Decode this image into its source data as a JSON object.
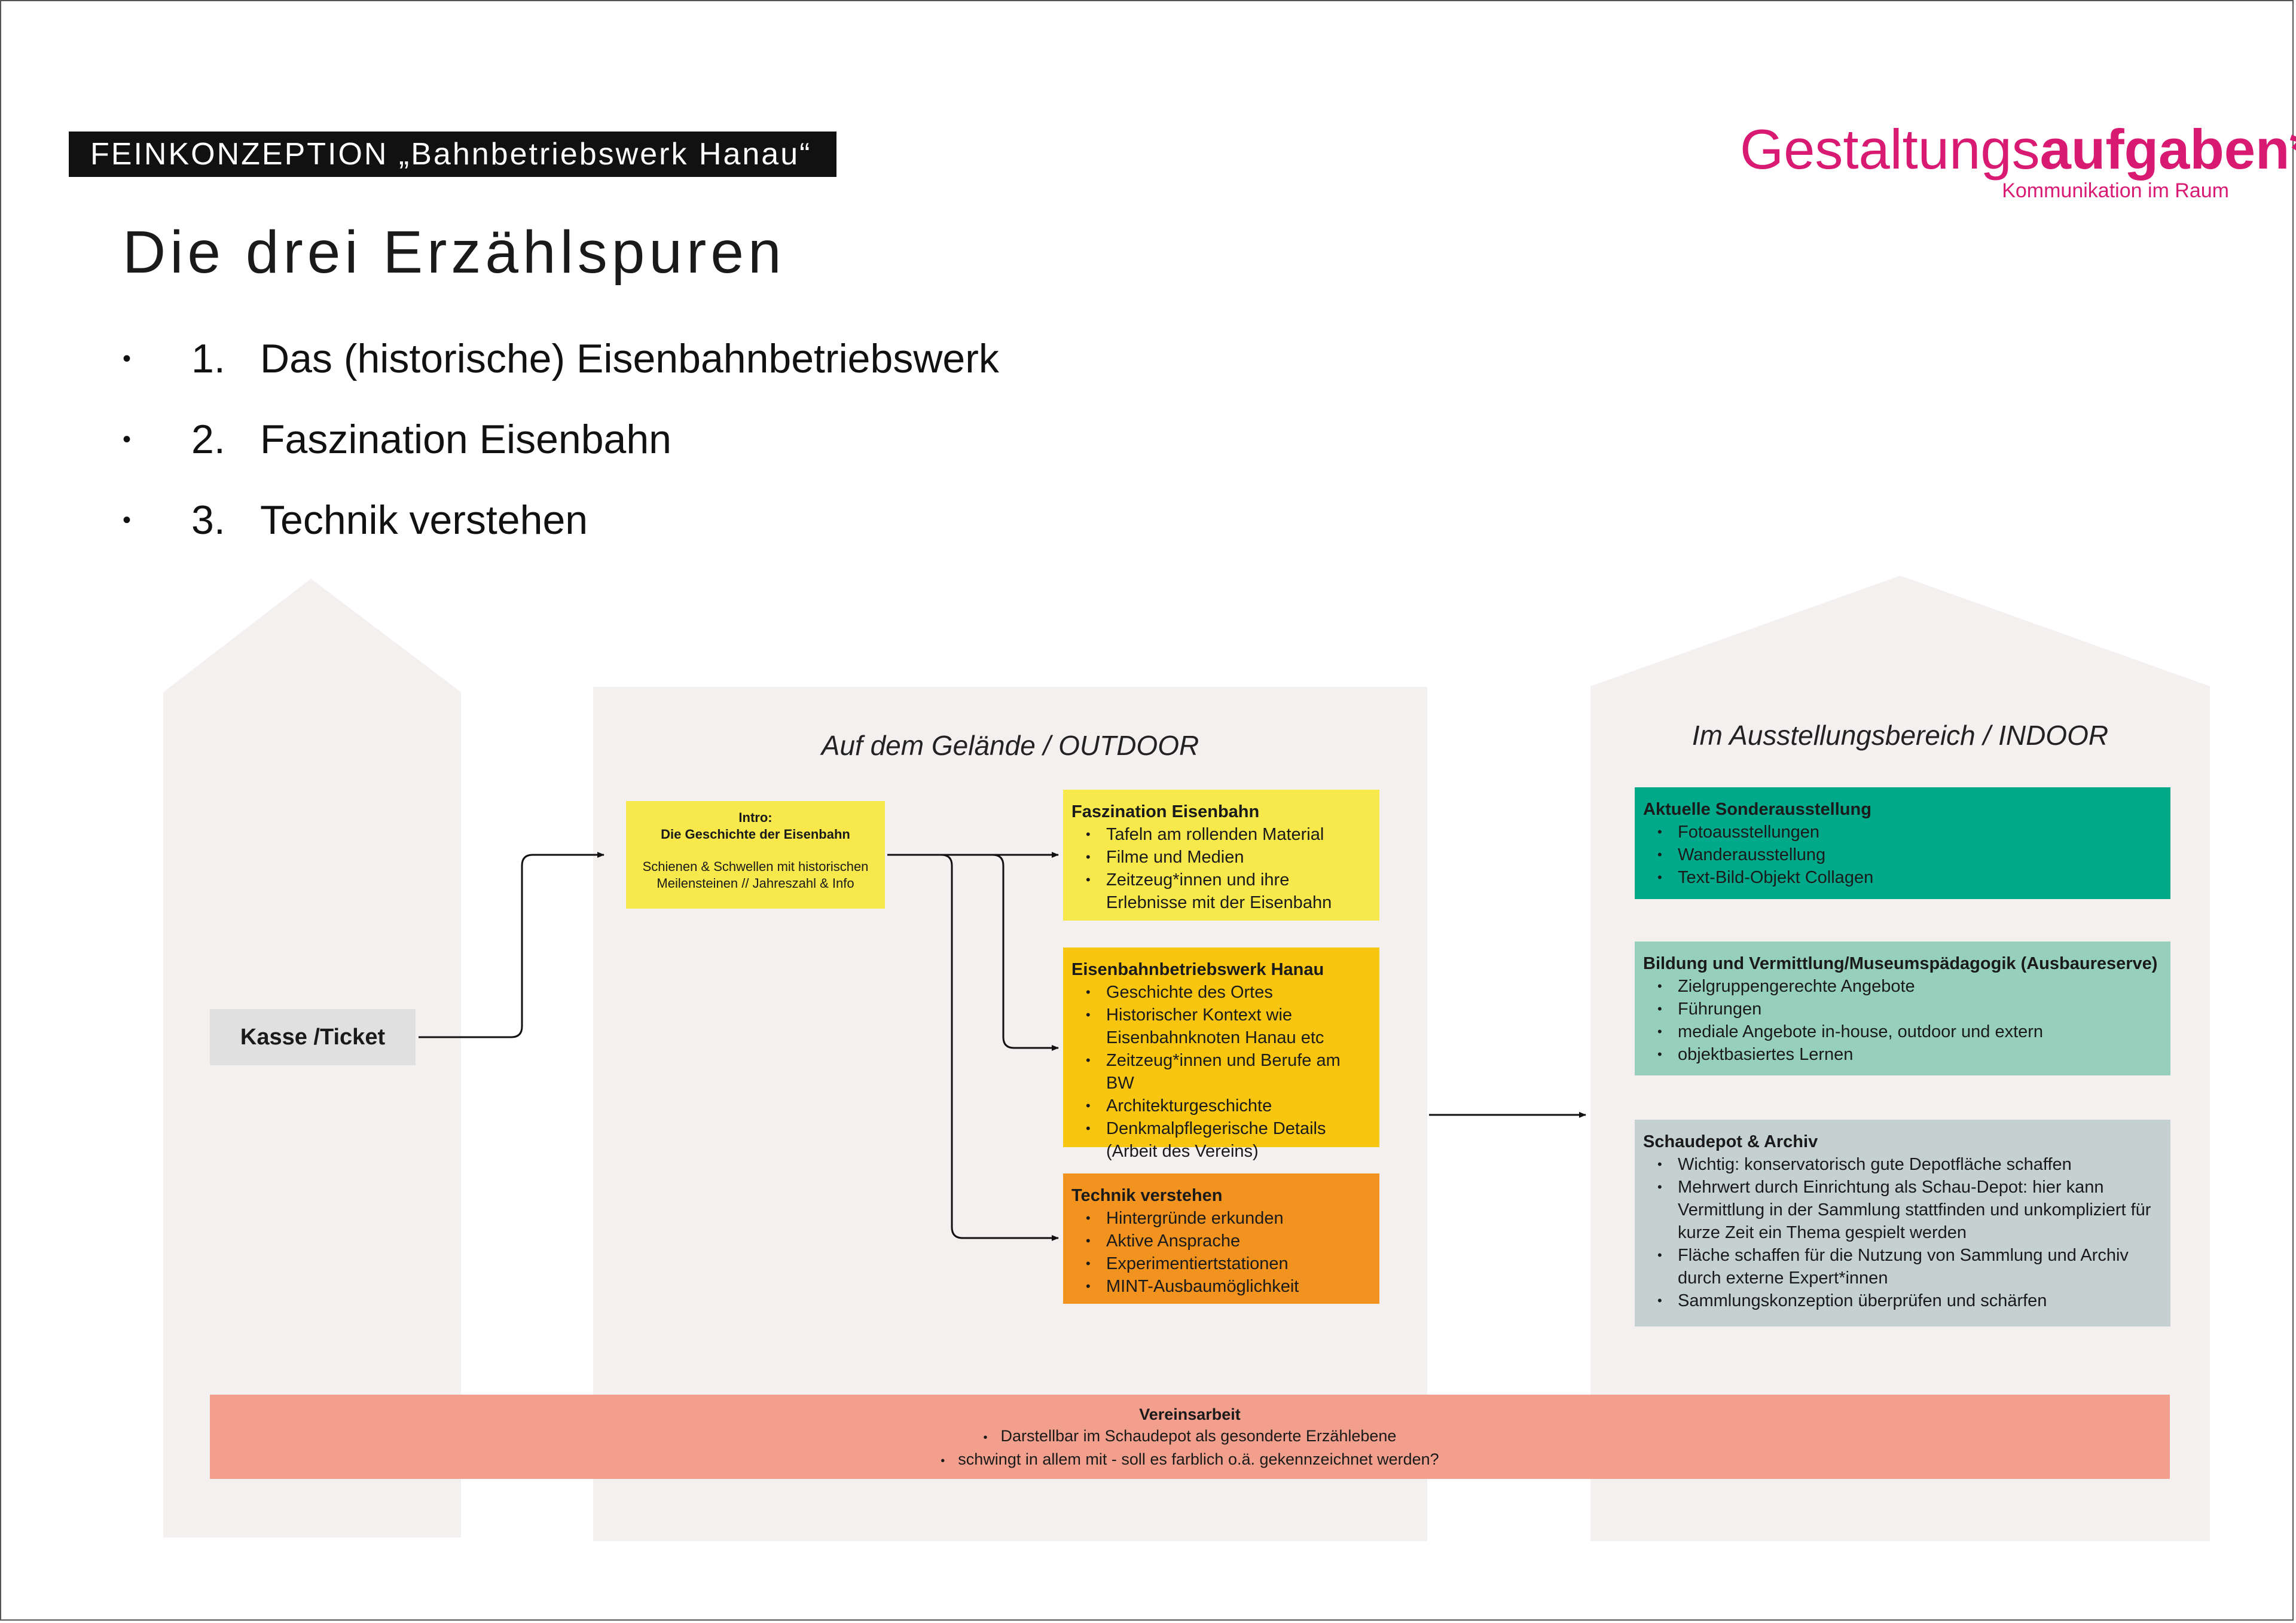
{
  "header": {
    "label": "FEINKONZEPTION „Bahnbetriebswerk Hanau“",
    "title": "Die drei Erzählspuren"
  },
  "brand": {
    "name_light": "Gestaltungs",
    "name_bold": "aufgaben*",
    "subtitle": "Kommunikation im Raum",
    "color": "#d91a72"
  },
  "tracks": [
    {
      "bullet": "•",
      "number": "1.",
      "text": "Das (historische) Eisenbahnbetriebswerk"
    },
    {
      "bullet": "•",
      "number": "2.",
      "text": "Faszination Eisenbahn"
    },
    {
      "bullet": "•",
      "number": "3.",
      "text": "Technik verstehen"
    }
  ],
  "zones": {
    "outdoor_title": "Auf dem Gelände / OUTDOOR",
    "indoor_title": "Im Ausstellungsbereich / INDOOR"
  },
  "kasse": {
    "label": "Kasse /Ticket",
    "color": "#e0e0e0"
  },
  "intro": {
    "title_line1": "Intro:",
    "title_line2": "Die Geschichte der Eisenbahn",
    "desc_line1": "Schienen & Schwellen mit historischen",
    "desc_line2": "Meilensteinen // Jahreszahl & Info",
    "color": "#f7e94b"
  },
  "outdoor_boxes": {
    "faszination": {
      "title": "Faszination Eisenbahn",
      "color": "#f7e94b",
      "items": [
        "Tafeln am rollenden Material",
        "Filme und Medien",
        "Zeitzeug*innen und ihre Erlebnisse mit der Eisenbahn"
      ]
    },
    "bw_hanau": {
      "title": "Eisenbahnbetriebswerk Hanau",
      "color": "#f8c610",
      "items": [
        "Geschichte des Ortes",
        "Historischer Kontext wie Eisenbahnknoten Hanau etc",
        "Zeitzeug*innen und Berufe am BW",
        "Architekturgeschichte",
        "Denkmalpflegerische Details (Arbeit des Vereins)"
      ]
    },
    "technik": {
      "title": "Technik verstehen",
      "color": "#f29320",
      "items": [
        "Hintergründe erkunden",
        "Aktive Ansprache",
        "Experimentiertstationen",
        "MINT-Ausbaumöglichkeit"
      ]
    }
  },
  "indoor_boxes": {
    "sonder": {
      "title": "Aktuelle Sonderausstellung",
      "color": "#00a98a",
      "items": [
        "Fotoausstellungen",
        "Wanderausstellung",
        "Text-Bild-Objekt Collagen"
      ]
    },
    "bildung": {
      "title": "Bildung und Vermittlung/Museumspädagogik (Ausbaureserve)",
      "color": "#96d0bd",
      "items": [
        "Zielgruppengerechte Angebote",
        "Führungen",
        "mediale Angebote in-house, outdoor und extern",
        "objektbasiertes Lernen"
      ]
    },
    "depot": {
      "title": "Schaudepot & Archiv",
      "color": "#c4d1d0",
      "items": [
        "Wichtig: konservatorisch gute Depotfläche schaffen",
        "Mehrwert durch Einrichtung als Schau-Depot: hier kann Vermittlung in der Sammlung stattfinden und unkompliziert für kurze Zeit ein Thema gespielt werden",
        "Fläche schaffen für die Nutzung von Sammlung und Archiv durch externe Expert*innen",
        "Sammlungskonzeption überprüfen und schärfen"
      ]
    }
  },
  "vereinsarbeit": {
    "title": "Vereinsarbeit",
    "color": "#f2a08d",
    "items": [
      "Darstellbar im Schaudepot als gesonderte Erzählebene",
      "schwingt in allem mit - soll es farblich o.ä. gekennzeichnet werden?"
    ]
  },
  "colors": {
    "zone_bg": "#f3f0ef",
    "arrow": "#111111"
  }
}
